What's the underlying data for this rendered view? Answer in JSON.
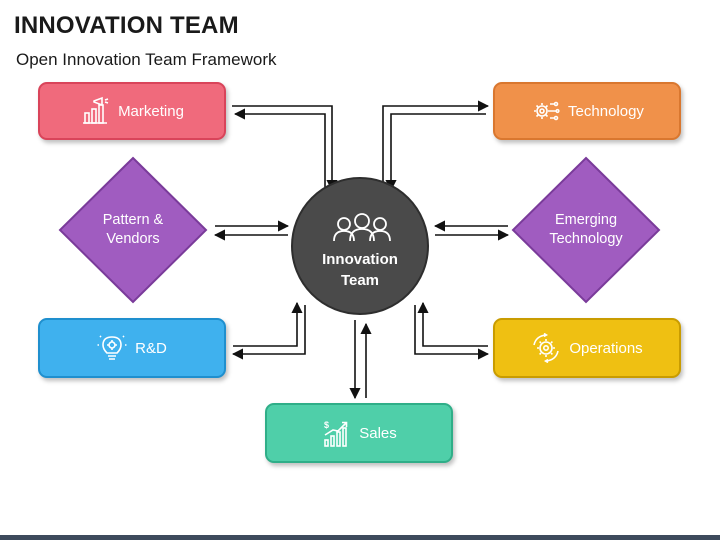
{
  "title": "INNOVATION TEAM",
  "subtitle": "Open Innovation Team Framework",
  "center": {
    "line1": "Innovation",
    "line2": "Team",
    "icon": "team-people-icon",
    "color": "#4a4a4a"
  },
  "nodes": {
    "marketing": {
      "label": "Marketing",
      "icon": "marketing-chart-icon",
      "color": "#f06a7c",
      "border": "#d9445a"
    },
    "technology": {
      "label": "Technology",
      "icon": "tech-gear-icon",
      "color": "#f0914a",
      "border": "#d9772f"
    },
    "pattern": {
      "line1": "Pattern &",
      "line2": "Vendors",
      "color": "#a05cc0",
      "border": "#7a3b9a"
    },
    "emerging": {
      "line1": "Emerging",
      "line2": "Technology",
      "color": "#a05cc0",
      "border": "#7a3b9a"
    },
    "rnd": {
      "label": "R&D",
      "icon": "lightbulb-gear-icon",
      "color": "#3fb1ee",
      "border": "#1f8fce"
    },
    "operations": {
      "label": "Operations",
      "icon": "gear-cycle-icon",
      "color": "#efc012",
      "border": "#c99c00"
    },
    "sales": {
      "label": "Sales",
      "icon": "sales-growth-icon",
      "color": "#4fcfa9",
      "border": "#2fae88"
    }
  }
}
